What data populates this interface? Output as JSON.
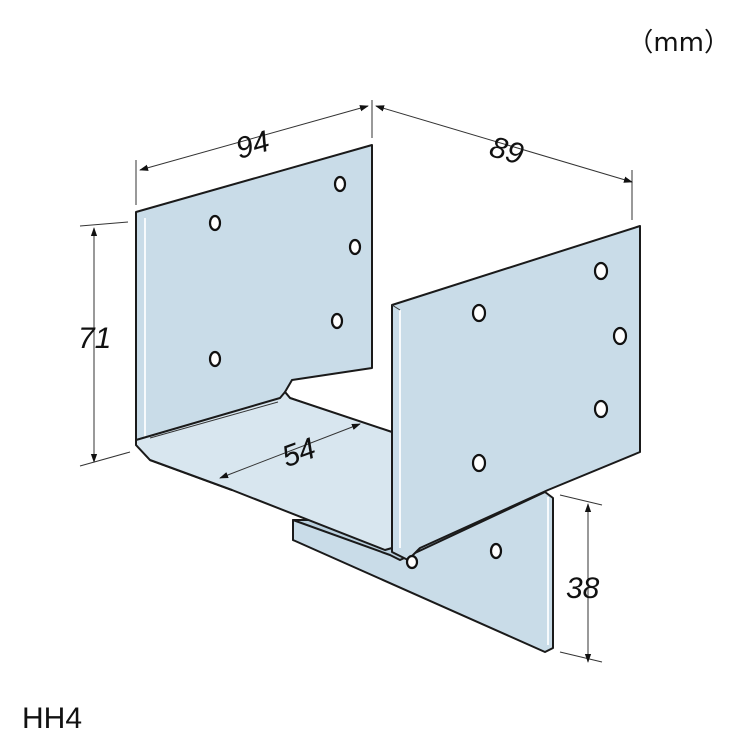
{
  "unit_label": "（mm）",
  "model_label": "HH4",
  "dimensions": {
    "width_front": "94",
    "depth": "89",
    "height": "71",
    "seat_width": "54",
    "flange_height": "38"
  },
  "colors": {
    "plate": "#c9dce8",
    "outline": "#1a1a1a"
  }
}
